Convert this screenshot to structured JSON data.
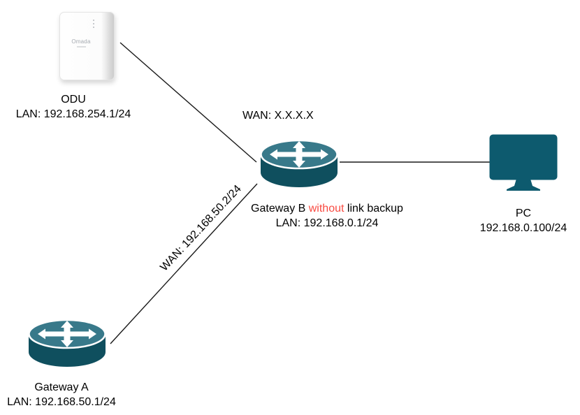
{
  "diagram": {
    "odu": {
      "title": "ODU",
      "subtitle": "LAN: 192.168.254.1/24",
      "device_brand": "Omada"
    },
    "gateway_b": {
      "wan_label": "WAN: X.X.X.X",
      "title_prefix": "Gateway B ",
      "title_highlight": "without",
      "title_suffix": " link backup",
      "subtitle": "LAN: 192.168.0.1/24"
    },
    "pc": {
      "title": "PC",
      "subtitle": "192.168.0.100/24"
    },
    "gateway_a": {
      "title": "Gateway A",
      "subtitle": "LAN: 192.168.50.1/24"
    },
    "link_a_b": {
      "label": "WAN: 192.168.50.2/24"
    },
    "colors": {
      "router_top": "#38798a",
      "router_body": "#0f4f5e",
      "pc_monitor": "#0d5a6e",
      "highlight_red": "#f94b42",
      "line_black": "#1a1a1a",
      "text_black": "#000000"
    }
  }
}
